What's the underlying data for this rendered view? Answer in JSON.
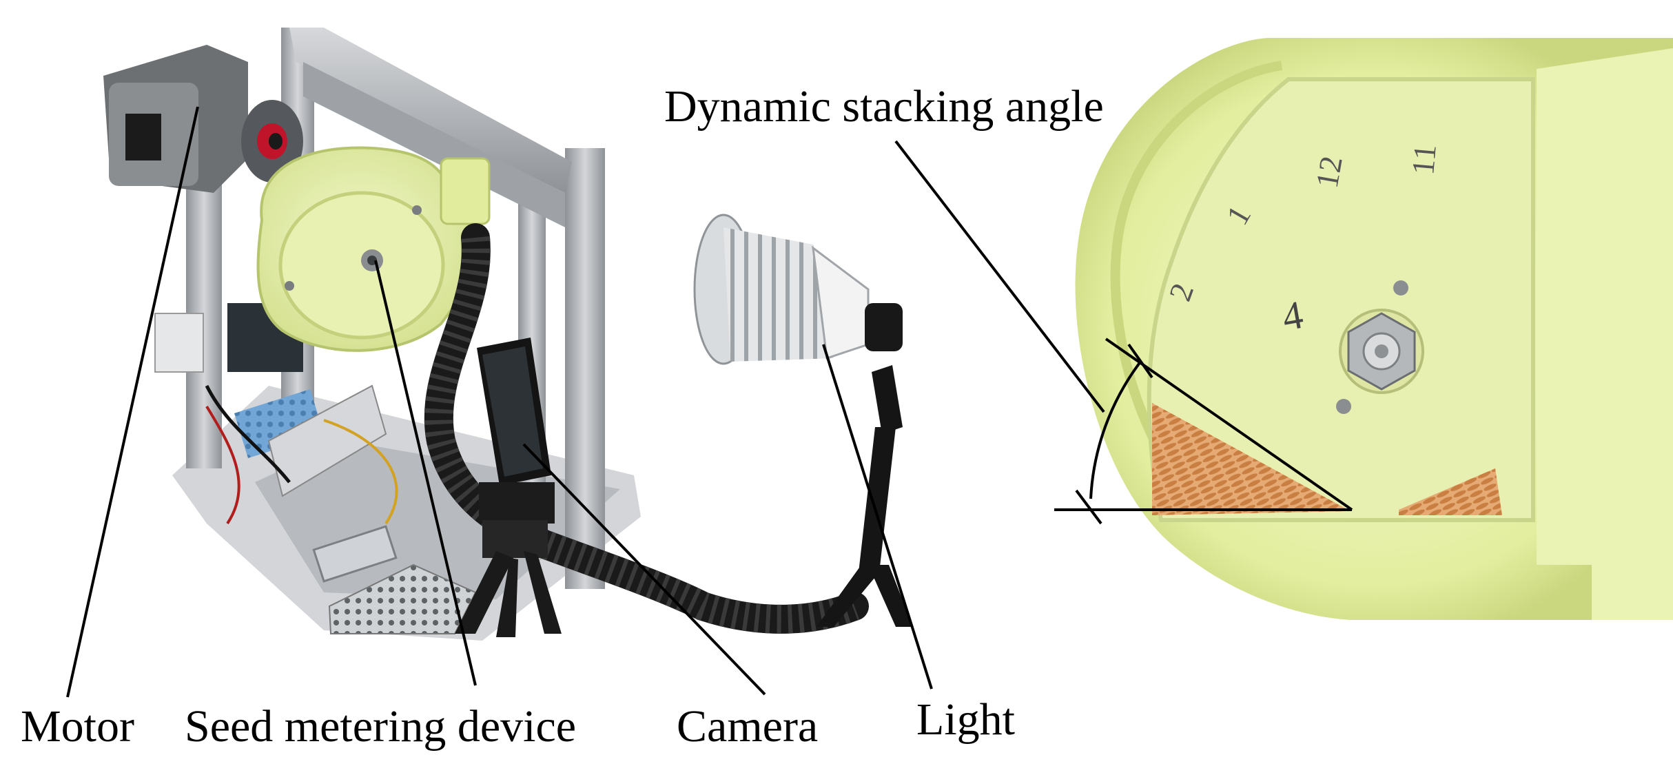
{
  "labels": {
    "motor": "Motor",
    "seed_metering_device": "Seed metering device",
    "camera": "Camera",
    "light": "Light",
    "dynamic_stacking_angle": "Dynamic stacking angle"
  },
  "disc_numbers": [
    "2",
    "1",
    "12",
    "11",
    "4"
  ],
  "colors": {
    "disc": "#e9f3b6",
    "disc_shadow": "#cfdc8a",
    "frame": "#b9bcc0",
    "seeds": "#d9945a",
    "black": "#111111"
  }
}
